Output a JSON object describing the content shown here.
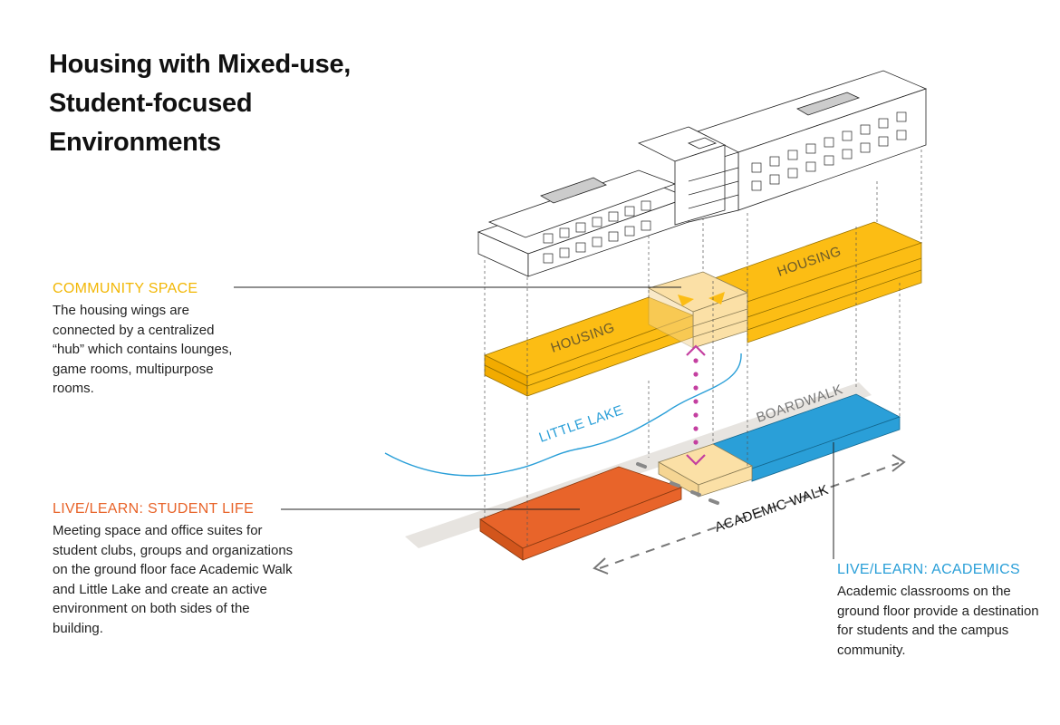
{
  "title": {
    "line1": "Housing with Mixed-use,",
    "line2": "Student-focused",
    "line3": "Environments"
  },
  "callouts": {
    "community": {
      "heading": "COMMUNITY SPACE",
      "body": "The housing wings are connected by a centralized “hub” which contains lounges, game rooms, multipurpose rooms."
    },
    "student_life": {
      "heading": "LIVE/LEARN: STUDENT LIFE",
      "body": "Meeting space and office suites for student clubs, groups and organizations on the ground floor face Academic Walk and Little Lake and create an active environment on both sides of the building."
    },
    "academics": {
      "heading": "LIVE/LEARN: ACADEMICS",
      "body": "Academic classrooms on the ground floor provide a destination for students and the campus community."
    }
  },
  "diagram_labels": {
    "housing_left": "HOUSING",
    "housing_right": "HOUSING",
    "little_lake": "LITTLE LAKE",
    "boardwalk": "BOARDWALK",
    "academic_walk": "ACADEMIC WALK"
  },
  "colors": {
    "housing": "#fcbd14",
    "community": "#fbe0a6",
    "student_life": "#e8642a",
    "academics": "#2a9fd8",
    "boardwalk": "#e7e4e0",
    "lake_line": "#2a9fd8",
    "circulation": "#c43fa0"
  }
}
